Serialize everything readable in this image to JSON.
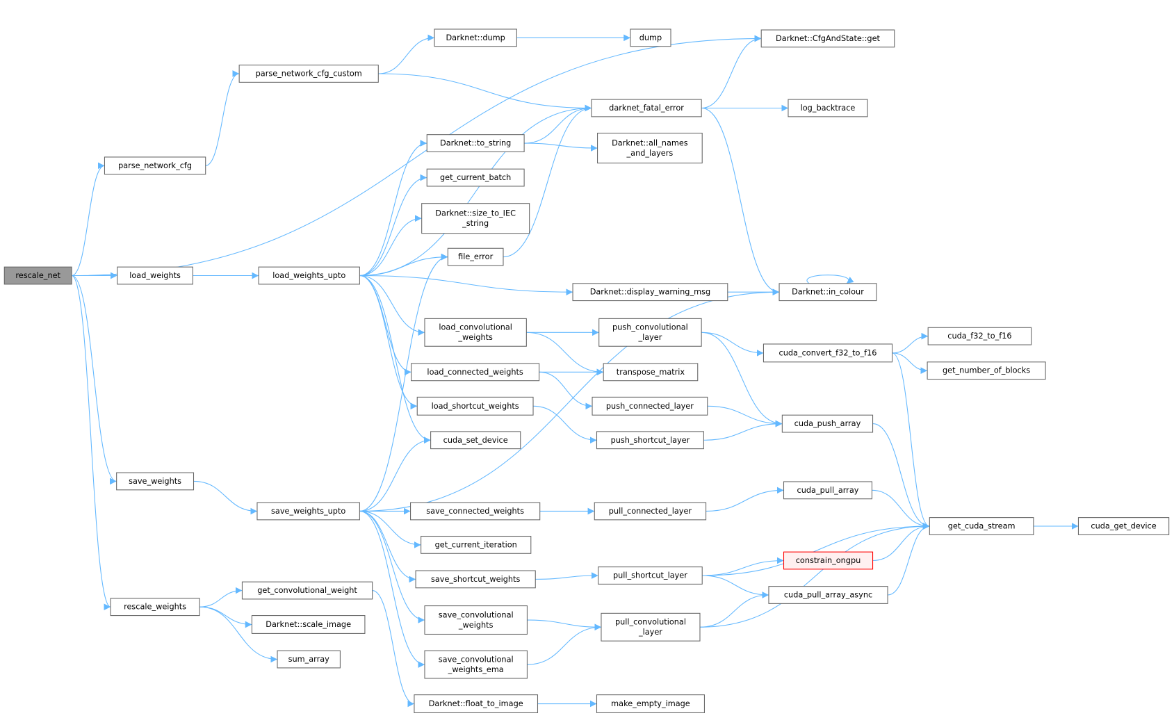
{
  "colors": {
    "edge": "#63b8ff",
    "node_border": "#666666",
    "root_fill": "#999999",
    "highlight_border": "#ff0000",
    "highlight_fill": "#fff0f0"
  },
  "nodes": [
    {
      "lines": [
        "rescale_net"
      ],
      "style": "root"
    },
    {
      "lines": [
        "load_weights"
      ]
    },
    {
      "lines": [
        "load_weights_upto"
      ]
    },
    {
      "lines": [
        "parse_network_cfg"
      ]
    },
    {
      "lines": [
        "parse_network_cfg_custom"
      ]
    },
    {
      "lines": [
        "Darknet::dump"
      ]
    },
    {
      "lines": [
        "dump"
      ]
    },
    {
      "lines": [
        "Darknet::CfgAndState::get"
      ]
    },
    {
      "lines": [
        "darknet_fatal_error"
      ]
    },
    {
      "lines": [
        "log_backtrace"
      ]
    },
    {
      "lines": [
        "Darknet::to_string"
      ]
    },
    {
      "lines": [
        "Darknet::all_names",
        "_and_layers"
      ]
    },
    {
      "lines": [
        "get_current_batch"
      ]
    },
    {
      "lines": [
        "Darknet::size_to_IEC",
        "_string"
      ]
    },
    {
      "lines": [
        "file_error"
      ]
    },
    {
      "lines": [
        "Darknet::display_warning_msg"
      ]
    },
    {
      "lines": [
        "Darknet::in_colour"
      ]
    },
    {
      "lines": [
        "load_convolutional",
        "_weights"
      ]
    },
    {
      "lines": [
        "push_convolutional",
        "_layer"
      ]
    },
    {
      "lines": [
        "cuda_convert_f32_to_f16"
      ]
    },
    {
      "lines": [
        "cuda_f32_to_f16"
      ]
    },
    {
      "lines": [
        "get_number_of_blocks"
      ]
    },
    {
      "lines": [
        "load_connected_weights"
      ]
    },
    {
      "lines": [
        "transpose_matrix"
      ]
    },
    {
      "lines": [
        "load_shortcut_weights"
      ]
    },
    {
      "lines": [
        "push_connected_layer"
      ]
    },
    {
      "lines": [
        "cuda_push_array"
      ]
    },
    {
      "lines": [
        "cuda_set_device"
      ]
    },
    {
      "lines": [
        "push_shortcut_layer"
      ]
    },
    {
      "lines": [
        "save_weights"
      ]
    },
    {
      "lines": [
        "save_weights_upto"
      ]
    },
    {
      "lines": [
        "save_connected_weights"
      ]
    },
    {
      "lines": [
        "pull_connected_layer"
      ]
    },
    {
      "lines": [
        "cuda_pull_array"
      ]
    },
    {
      "lines": [
        "get_cuda_stream"
      ]
    },
    {
      "lines": [
        "cuda_get_device"
      ]
    },
    {
      "lines": [
        "get_current_iteration"
      ]
    },
    {
      "lines": [
        "constrain_ongpu"
      ],
      "style": "red"
    },
    {
      "lines": [
        "save_shortcut_weights"
      ]
    },
    {
      "lines": [
        "pull_shortcut_layer"
      ]
    },
    {
      "lines": [
        "cuda_pull_array_async"
      ]
    },
    {
      "lines": [
        "get_convolutional_weight"
      ]
    },
    {
      "lines": [
        "rescale_weights"
      ]
    },
    {
      "lines": [
        "Darknet::scale_image"
      ]
    },
    {
      "lines": [
        "save_convolutional",
        "_weights"
      ]
    },
    {
      "lines": [
        "pull_convolutional",
        "_layer"
      ]
    },
    {
      "lines": [
        "sum_array"
      ]
    },
    {
      "lines": [
        "save_convolutional",
        "_weights_ema"
      ]
    },
    {
      "lines": [
        "Darknet::float_to_image"
      ]
    },
    {
      "lines": [
        "make_empty_image"
      ]
    }
  ],
  "edges": [
    [
      0,
      7
    ],
    [
      0,
      3
    ],
    [
      0,
      1
    ],
    [
      0,
      29
    ],
    [
      0,
      42
    ],
    [
      3,
      4
    ],
    [
      4,
      5
    ],
    [
      4,
      8
    ],
    [
      5,
      6
    ],
    [
      1,
      2
    ],
    [
      2,
      8
    ],
    [
      2,
      10
    ],
    [
      2,
      12
    ],
    [
      2,
      13
    ],
    [
      2,
      14
    ],
    [
      2,
      15
    ],
    [
      2,
      17
    ],
    [
      2,
      22
    ],
    [
      2,
      24
    ],
    [
      2,
      27
    ],
    [
      8,
      7
    ],
    [
      8,
      9
    ],
    [
      8,
      16
    ],
    [
      10,
      8
    ],
    [
      10,
      11
    ],
    [
      14,
      8
    ],
    [
      15,
      16
    ],
    [
      16,
      16
    ],
    [
      17,
      18
    ],
    [
      17,
      23
    ],
    [
      18,
      19
    ],
    [
      18,
      26
    ],
    [
      19,
      20
    ],
    [
      19,
      21
    ],
    [
      19,
      34
    ],
    [
      22,
      23
    ],
    [
      22,
      25
    ],
    [
      24,
      28
    ],
    [
      25,
      26
    ],
    [
      28,
      26
    ],
    [
      26,
      34
    ],
    [
      29,
      30
    ],
    [
      30,
      14
    ],
    [
      30,
      27
    ],
    [
      30,
      16
    ],
    [
      30,
      31
    ],
    [
      30,
      36
    ],
    [
      30,
      38
    ],
    [
      30,
      44
    ],
    [
      30,
      47
    ],
    [
      31,
      32
    ],
    [
      32,
      33
    ],
    [
      33,
      34
    ],
    [
      34,
      35
    ],
    [
      38,
      39
    ],
    [
      39,
      34
    ],
    [
      39,
      37
    ],
    [
      39,
      40
    ],
    [
      37,
      34
    ],
    [
      40,
      34
    ],
    [
      44,
      45
    ],
    [
      47,
      45
    ],
    [
      45,
      40
    ],
    [
      45,
      34
    ],
    [
      42,
      41
    ],
    [
      42,
      43
    ],
    [
      42,
      46
    ],
    [
      41,
      48
    ],
    [
      48,
      49
    ]
  ]
}
